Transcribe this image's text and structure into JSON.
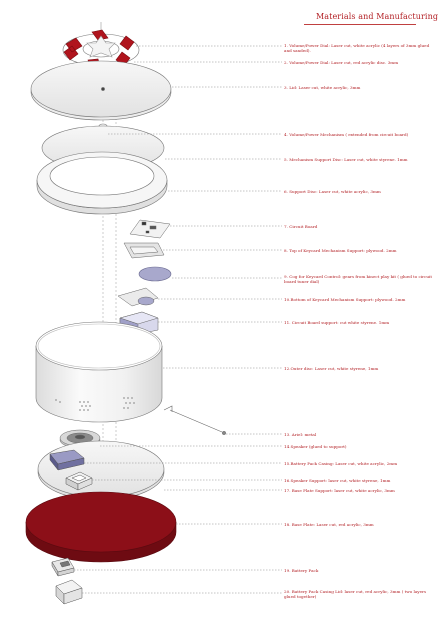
{
  "title": "Materials and Manufacturing",
  "labels": [
    "1. Volume/Power Dial: Laser cut, white acrylic (4 layers of 3mm glued and sanded).",
    "2. Volume/Power Dial: Laser cut, red acrylic disc. 3mm",
    "3. Lid: Laser cut, white acrylic, 3mm",
    "4. Volume/Power Mechanism ( extended from circuit board)",
    "5. Mechanism Support Disc: Laser cut, white styrene. 1mm",
    "6. Support Disc: Laser cut, white acrylic, 3mm",
    "7. Circuit Board",
    "8. Top of Keycard Mechanism Support: plywood. 2mm",
    "9. Cog for Keycard Control: gears from kinect play kit ( glued to circuit board tuner dial)",
    "10.Bottom of Keycard Mechanism Support: plywood. 2mm",
    "11. Circuit Board support: cut white styrene. 1mm",
    "12.Outer disc: Laser cut, white styrene, 1mm",
    "13. Ariel: metal",
    "14.Speaker (glued to support)",
    "15.Battery Pack Casing: Laser cut, white acrylic, 2mm",
    "16.Speaker Support: laser cut, white styrene, 1mm",
    "17. Base Plate Support: laser cut, white acrylic, 3mm",
    "18. Base Plate: Laser cut, red acrylic, 3mm",
    "19. Battery Pack",
    "20. Battery Pack Casing Lid: laser cut, red acrylic, 3mm ( two layers glued together)"
  ],
  "colors": {
    "accent_red": "#b21f24",
    "dark_red": "#8c0f18",
    "line_grey": "#666666",
    "panel_grey": "#efefef"
  }
}
